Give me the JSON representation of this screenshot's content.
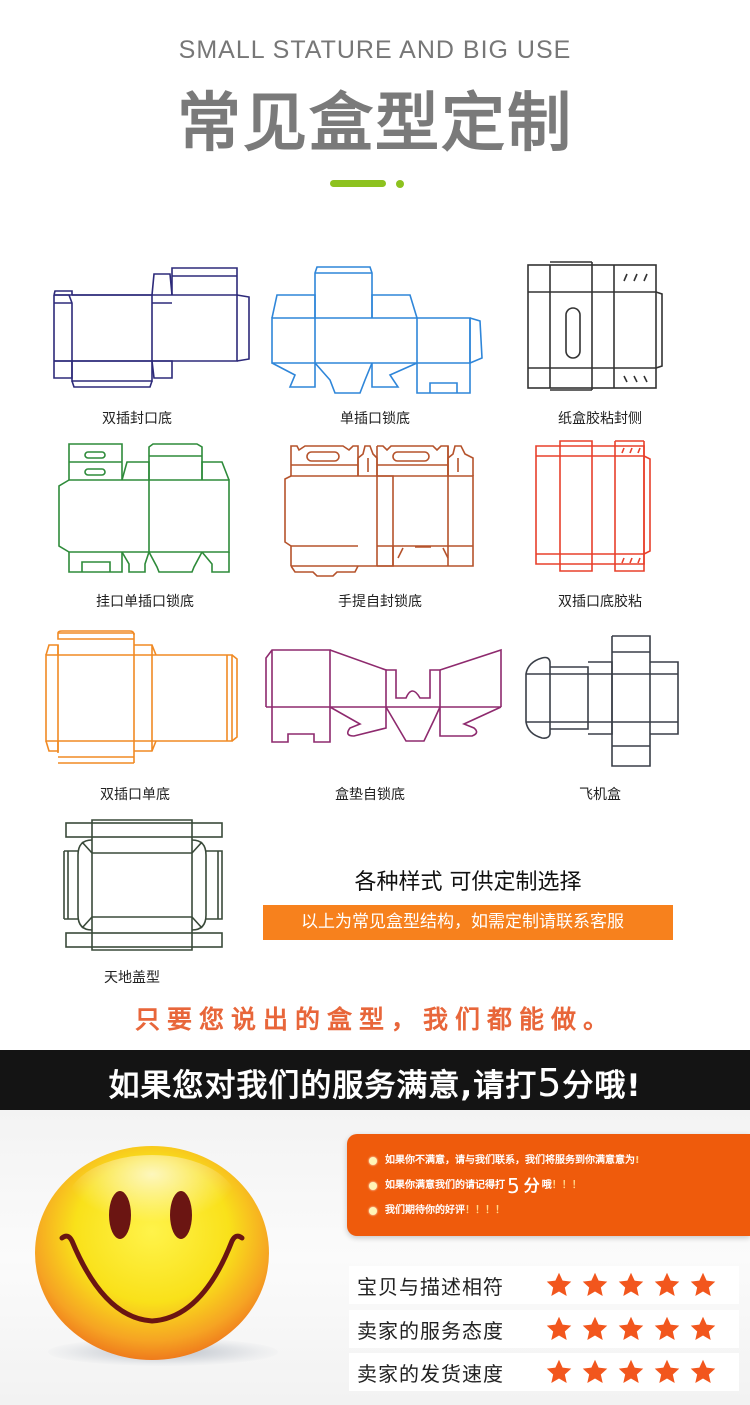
{
  "header": {
    "subtitle_en": "SMALL STATURE AND BIG USE",
    "title_cn": "常见盒型定制",
    "accent_color": "#8dc21f"
  },
  "box_types": [
    {
      "label": "双插封口底",
      "line_color": "#2d2a7a"
    },
    {
      "label": "单插口锁底",
      "line_color": "#2f86d9"
    },
    {
      "label": "纸盒胶粘封侧",
      "line_color": "#333333"
    },
    {
      "label": "挂口单插口锁底",
      "line_color": "#2e8b3a"
    },
    {
      "label": "手提自封锁底",
      "line_color": "#b5532c"
    },
    {
      "label": "双插口底胶粘",
      "line_color": "#e8402c"
    },
    {
      "label": "双插口单底",
      "line_color": "#f08a24"
    },
    {
      "label": "盒垫自锁底",
      "line_color": "#8e2a6e"
    },
    {
      "label": "飞机盒",
      "line_color": "#3a3f48"
    },
    {
      "label": "天地盖型",
      "line_color": "#3a4a3a"
    }
  ],
  "promo": {
    "heading": "各种样式 可供定制选择",
    "banner": "以上为常见盒型结构，如需定制请联系客服",
    "banner_color": "#f7811d",
    "slogan": "只要您说出的盒型，我们都能做。",
    "slogan_color": "#e8663a"
  },
  "rating_banner": {
    "text_before": "如果您对我们的服务满意,请打",
    "score": "5",
    "text_after": "分哦!"
  },
  "notice_box": {
    "color": "#ef5b0c",
    "lines": [
      {
        "text": "如果你不满意，请与我们联系，我们将服务到你满意意为",
        "suffix": "!"
      },
      {
        "text_before": "如果你满意我们的请记得打",
        "score": "5",
        "unit": "分",
        "text_after": "哦",
        "suffix": "！！！"
      },
      {
        "text": "我们期待你的好评",
        "suffix": "！！！！"
      }
    ]
  },
  "ratings": {
    "star_color": "#f2561d",
    "rows": [
      {
        "label": "宝贝与描述相符",
        "stars": 5
      },
      {
        "label": "卖家的服务态度",
        "stars": 5
      },
      {
        "label": "卖家的发货速度",
        "stars": 5
      }
    ]
  },
  "icons": {
    "smiley": "smiley-face-icon",
    "star": "star-icon"
  }
}
